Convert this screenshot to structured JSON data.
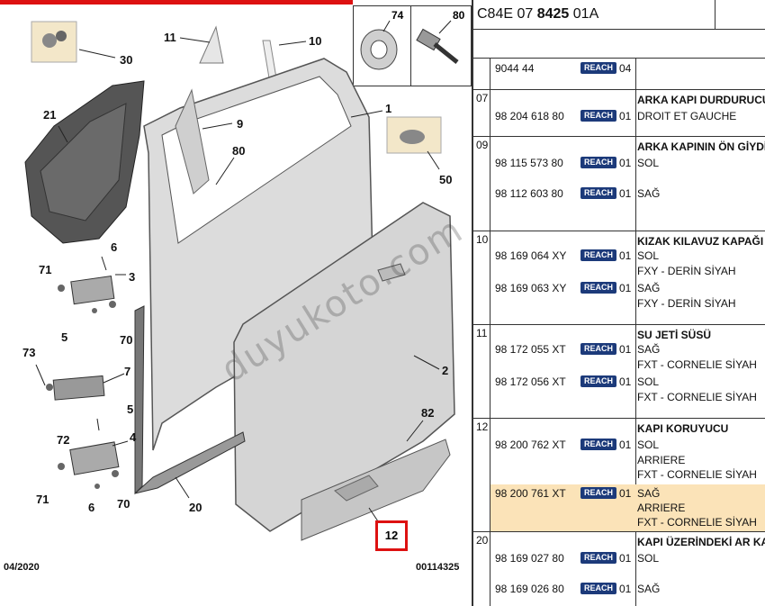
{
  "diagram": {
    "inset_labels": [
      "74",
      "80"
    ],
    "callouts": [
      "30",
      "21",
      "11",
      "10",
      "1",
      "9",
      "80",
      "50",
      "6",
      "3",
      "71",
      "5",
      "70",
      "73",
      "7",
      "2",
      "72",
      "5",
      "4",
      "82",
      "71",
      "6",
      "70",
      "20",
      "12"
    ],
    "footer_left": "04/2020",
    "footer_right": "00114325",
    "watermark": "duyukoto.com",
    "highlight_label": "12",
    "accent_color": "#d11111"
  },
  "panel": {
    "reference_code_prefix": "C84E 07",
    "reference_code_bold": "8425",
    "reference_code_suffix": "01A",
    "reach_label": "REACH",
    "rows": [
      {
        "num": "",
        "lines": [
          {
            "pn": "9044 44",
            "reach": true,
            "qty": "04",
            "desc": ""
          }
        ]
      },
      {
        "num": "07",
        "title": "ARKA KAPI DURDURUCU",
        "lines": [
          {
            "pn": "98 204 618 80",
            "reach": true,
            "qty": "01",
            "desc": "DROIT ET GAUCHE"
          }
        ]
      },
      {
        "num": "09",
        "title": "ARKA KAPININ ÖN GİYDİ",
        "lines": [
          {
            "pn": "98 115 573 80",
            "reach": true,
            "qty": "01",
            "desc": "SOL"
          },
          {
            "pn": "98 112 603 80",
            "reach": true,
            "qty": "01",
            "desc": "SAĞ"
          }
        ]
      },
      {
        "num": "10",
        "title": "KIZAK KILAVUZ KAPAĞI",
        "lines": [
          {
            "pn": "98 169 064 XY",
            "reach": true,
            "qty": "01",
            "desc": "SOL",
            "extra": "FXY - DERİN SİYAH"
          },
          {
            "pn": "98 169 063 XY",
            "reach": true,
            "qty": "01",
            "desc": "SAĞ",
            "extra": "FXY - DERİN SİYAH"
          }
        ]
      },
      {
        "num": "11",
        "title": "SU JETİ SÜSÜ",
        "lines": [
          {
            "pn": "98 172 055 XT",
            "reach": true,
            "qty": "01",
            "desc": "SAĞ",
            "extra": "FXT - CORNELIE SİYAH"
          },
          {
            "pn": "98 172 056 XT",
            "reach": true,
            "qty": "01",
            "desc": "SOL",
            "extra": "FXT - CORNELIE SİYAH"
          }
        ]
      },
      {
        "num": "12",
        "title": "KAPI KORUYUCU",
        "lines": [
          {
            "pn": "98 200 762 XT",
            "reach": true,
            "qty": "01",
            "desc": "SOL",
            "extra": "ARRIERE",
            "extra2": "FXT - CORNELIE SİYAH"
          },
          {
            "pn": "98 200 761 XT",
            "reach": true,
            "qty": "01",
            "desc": "SAĞ",
            "extra": "ARRIERE",
            "extra2": "FXT - CORNELIE SİYAH",
            "highlight": true
          }
        ]
      },
      {
        "num": "20",
        "title": "KAPI ÜZERİNDEKİ AR KA",
        "lines": [
          {
            "pn": "98 169 027 80",
            "reach": true,
            "qty": "01",
            "desc": "SOL"
          },
          {
            "pn": "98 169 026 80",
            "reach": true,
            "qty": "01",
            "desc": "SAĞ"
          }
        ]
      }
    ]
  }
}
